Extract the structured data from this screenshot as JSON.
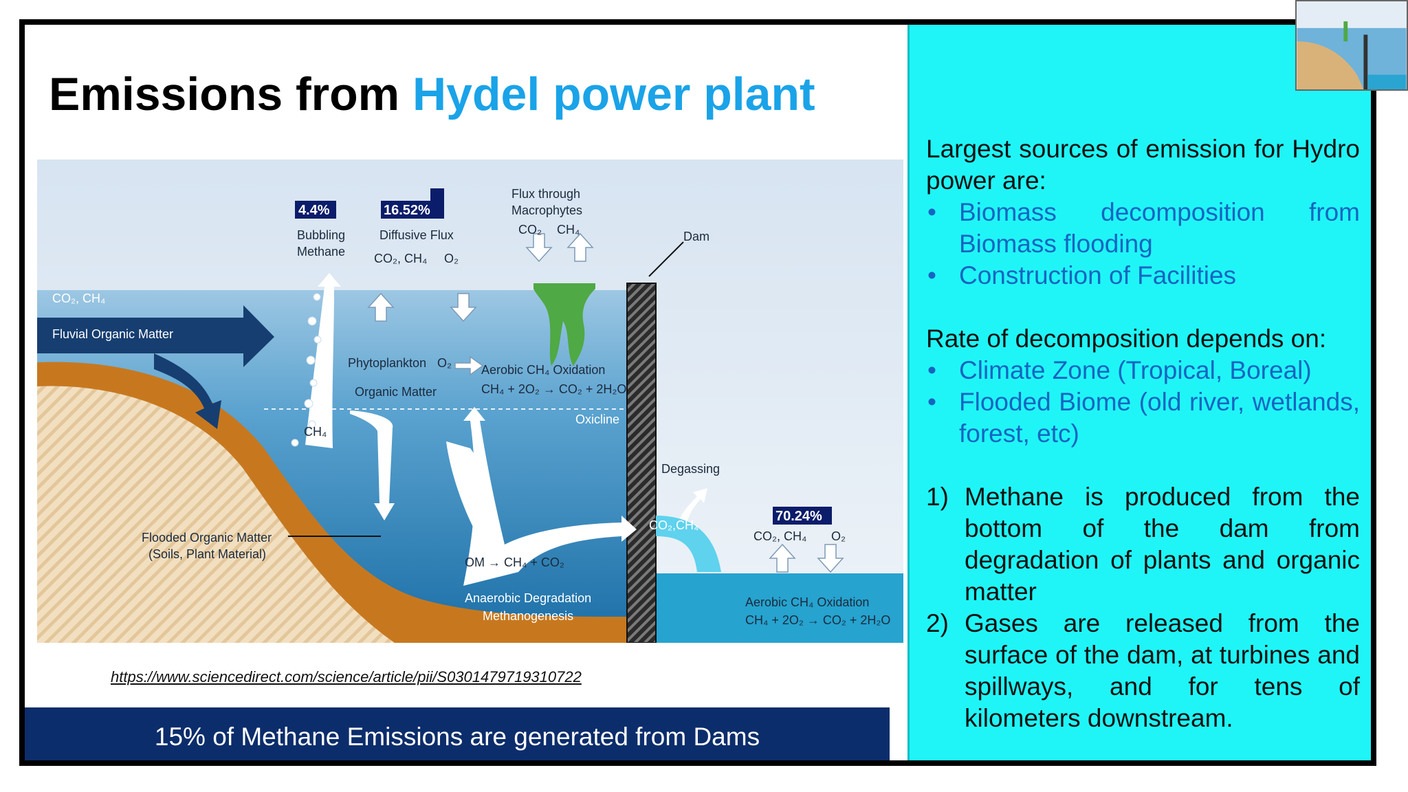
{
  "slide": {
    "title_part1": "Emissions from ",
    "title_part2": "Hydel power plant",
    "title_accent_color": "#1aa3e8",
    "source_link": "https://www.sciencedirect.com/science/article/pii/S0301479719310722",
    "banner_text": "15% of Methane Emissions are generated from Dams",
    "banner_color": "#0c2d6b"
  },
  "diagram": {
    "pct_bubbling": "4.4%",
    "pct_diffusive": "16.52%",
    "pct_downstream": "70.24%",
    "bubbling_line1": "Bubbling",
    "bubbling_line2": "Methane",
    "diffusive_label": "Diffusive Flux",
    "diffusive_gases_left": "CO₂, CH₄",
    "diffusive_gases_right": "O₂",
    "macro_line1": "Flux through",
    "macro_line2": "Macrophytes",
    "macro_co2": "CO₂",
    "macro_ch4": "CH₄",
    "dam_label": "Dam",
    "fluvial_gases": "CO₂, CH₄",
    "fluvial_label": "Fluvial Organic Matter",
    "phytoplankton": "Phytoplankton",
    "phyto_o2": "O₂",
    "aerobic_title": "Aerobic CH₄ Oxidation",
    "aerobic_eq": "CH₄ + 2O₂ → CO₂ + 2H₂O",
    "organic_matter": "Organic Matter",
    "oxicline": "Oxicline",
    "ch4_bubble": "CH₄",
    "degassing": "Degassing",
    "dam_gases": "CO₂,CH₄",
    "downstream_gases_left": "CO₂, CH₄",
    "downstream_gases_right": "O₂",
    "flooded_line1": "Flooded Organic Matter",
    "flooded_line2": "(Soils, Plant Material)",
    "om_eq": "OM → CH₄ + CO₂",
    "anaerobic_line1": "Anaerobic Degradation",
    "anaerobic_line2": "Methanogenesis",
    "downstream_aerobic_title": "Aerobic CH₄ Oxidation",
    "downstream_aerobic_eq": "CH₄ + 2O₂ → CO₂ + 2H₂O"
  },
  "panel": {
    "background_color": "#1ff5f7",
    "intro": "Largest sources of emission for Hydro power are:",
    "sources": [
      "Biomass decomposition from Biomass flooding",
      "Construction of Facilities"
    ],
    "rate_heading": "Rate of decomposition depends on:",
    "factors": [
      "Climate Zone (Tropical, Boreal)",
      "Flooded Biome (old river, wetlands, forest, etc)"
    ],
    "bullet": "•",
    "points": [
      {
        "num": "1)",
        "text": "Methane is produced from the bottom of the dam from degradation of plants and organic matter"
      },
      {
        "num": "2)",
        "text": "Gases are released from the surface of the dam, at turbines and spillways, and for tens of kilometers downstream."
      }
    ]
  }
}
